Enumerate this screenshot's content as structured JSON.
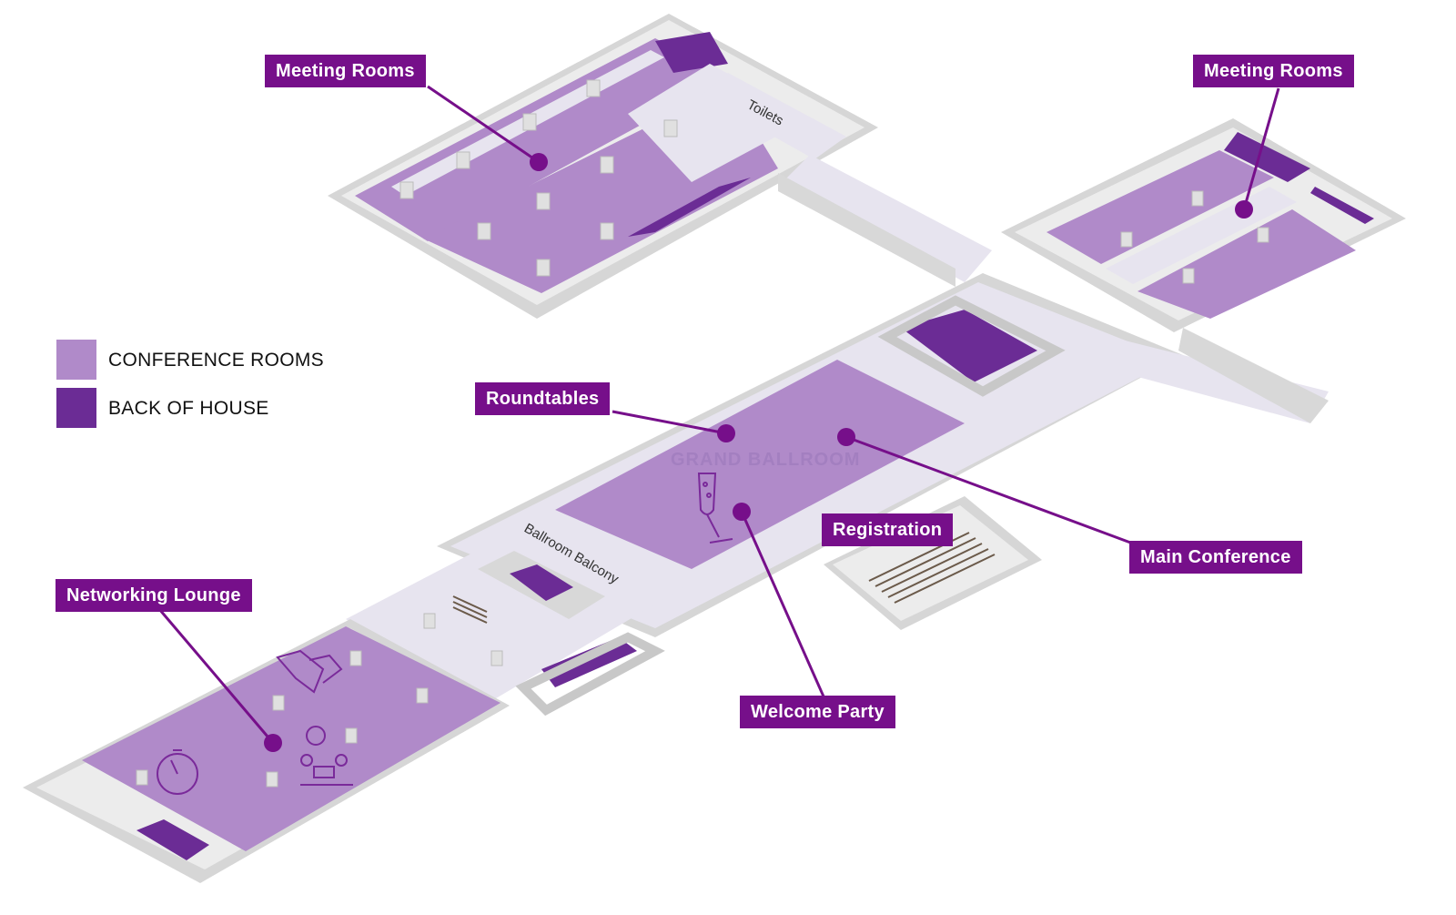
{
  "colors": {
    "conference": "#b08ac9",
    "back_of_house": "#6b2c95",
    "corridor": "#e7e4ef",
    "wall_top": "#ececec",
    "wall_side": "#c8c8c8",
    "accent": "#760f8a"
  },
  "legend": [
    {
      "label": "CONFERENCE ROOMS",
      "color": "#b08ac9"
    },
    {
      "label": "BACK OF HOUSE",
      "color": "#6b2c95"
    }
  ],
  "floor_labels": {
    "grand_ballroom": "GRAND BALLROOM",
    "toilets": "Toilets",
    "ballroom_balcony": "Ballroom Balcony"
  },
  "callouts": {
    "meeting_rooms_left": "Meeting Rooms",
    "meeting_rooms_right": "Meeting Rooms",
    "roundtables": "Roundtables",
    "registration": "Registration",
    "main_conference": "Main Conference",
    "networking_lounge": "Networking Lounge",
    "welcome_party": "Welcome Party"
  },
  "icons": {
    "ballroom": "champagne-glass-icon",
    "lounge": [
      "handshake-icon",
      "stopwatch-icon",
      "meeting-people-icon"
    ]
  }
}
